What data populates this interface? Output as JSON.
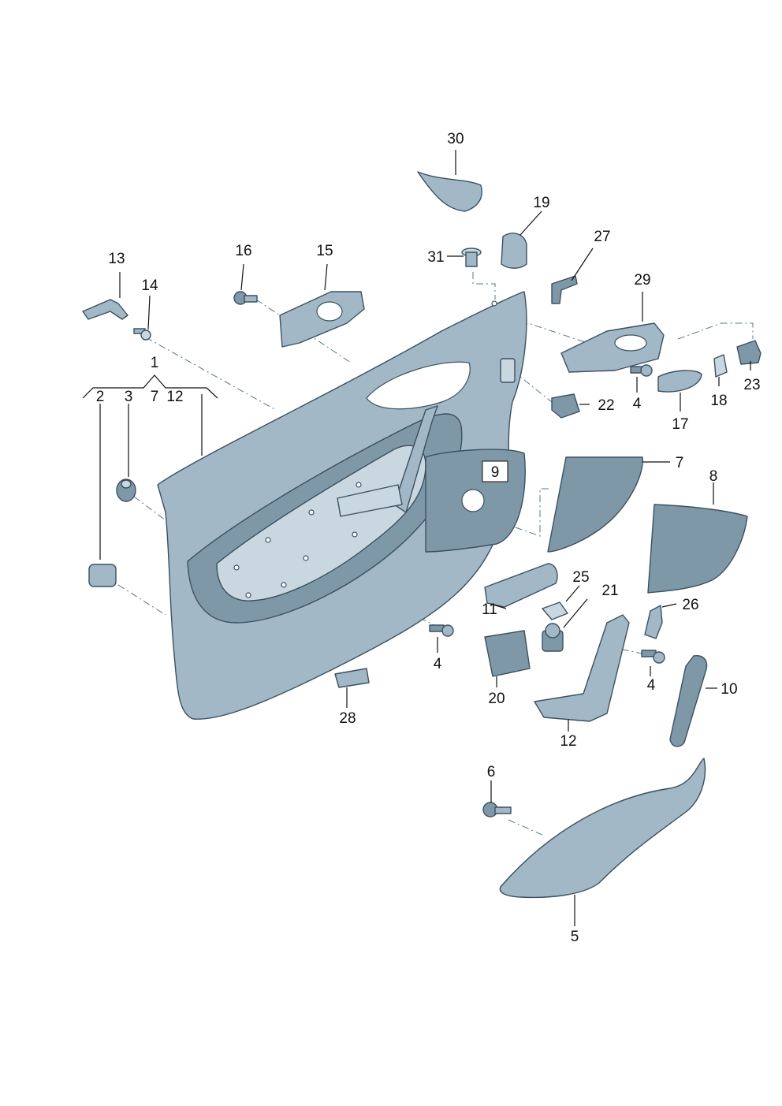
{
  "diagram": {
    "colors": {
      "part_dark": "#7f98a8",
      "part_mid": "#a3b8c6",
      "part_light": "#c9d7e0",
      "outline": "#3b5160",
      "text": "#111111"
    },
    "callouts": {
      "c1": "1",
      "c2": "2",
      "c3": "3",
      "c7a": "7",
      "c12a": "12",
      "c13": "13",
      "c14": "14",
      "c16": "16",
      "c15": "15",
      "c30": "30",
      "c31": "31",
      "c19": "19",
      "c27": "27",
      "c29": "29",
      "c4a": "4",
      "c18": "18",
      "c23": "23",
      "c22": "22",
      "c17": "17",
      "c9": "9",
      "c7b": "7",
      "c8": "8",
      "c25": "25",
      "c21": "21",
      "c11": "11",
      "c26": "26",
      "c4b": "4",
      "c4c": "4",
      "c10": "10",
      "c20": "20",
      "c28": "28",
      "c12b": "12",
      "c6": "6",
      "c5": "5"
    }
  }
}
